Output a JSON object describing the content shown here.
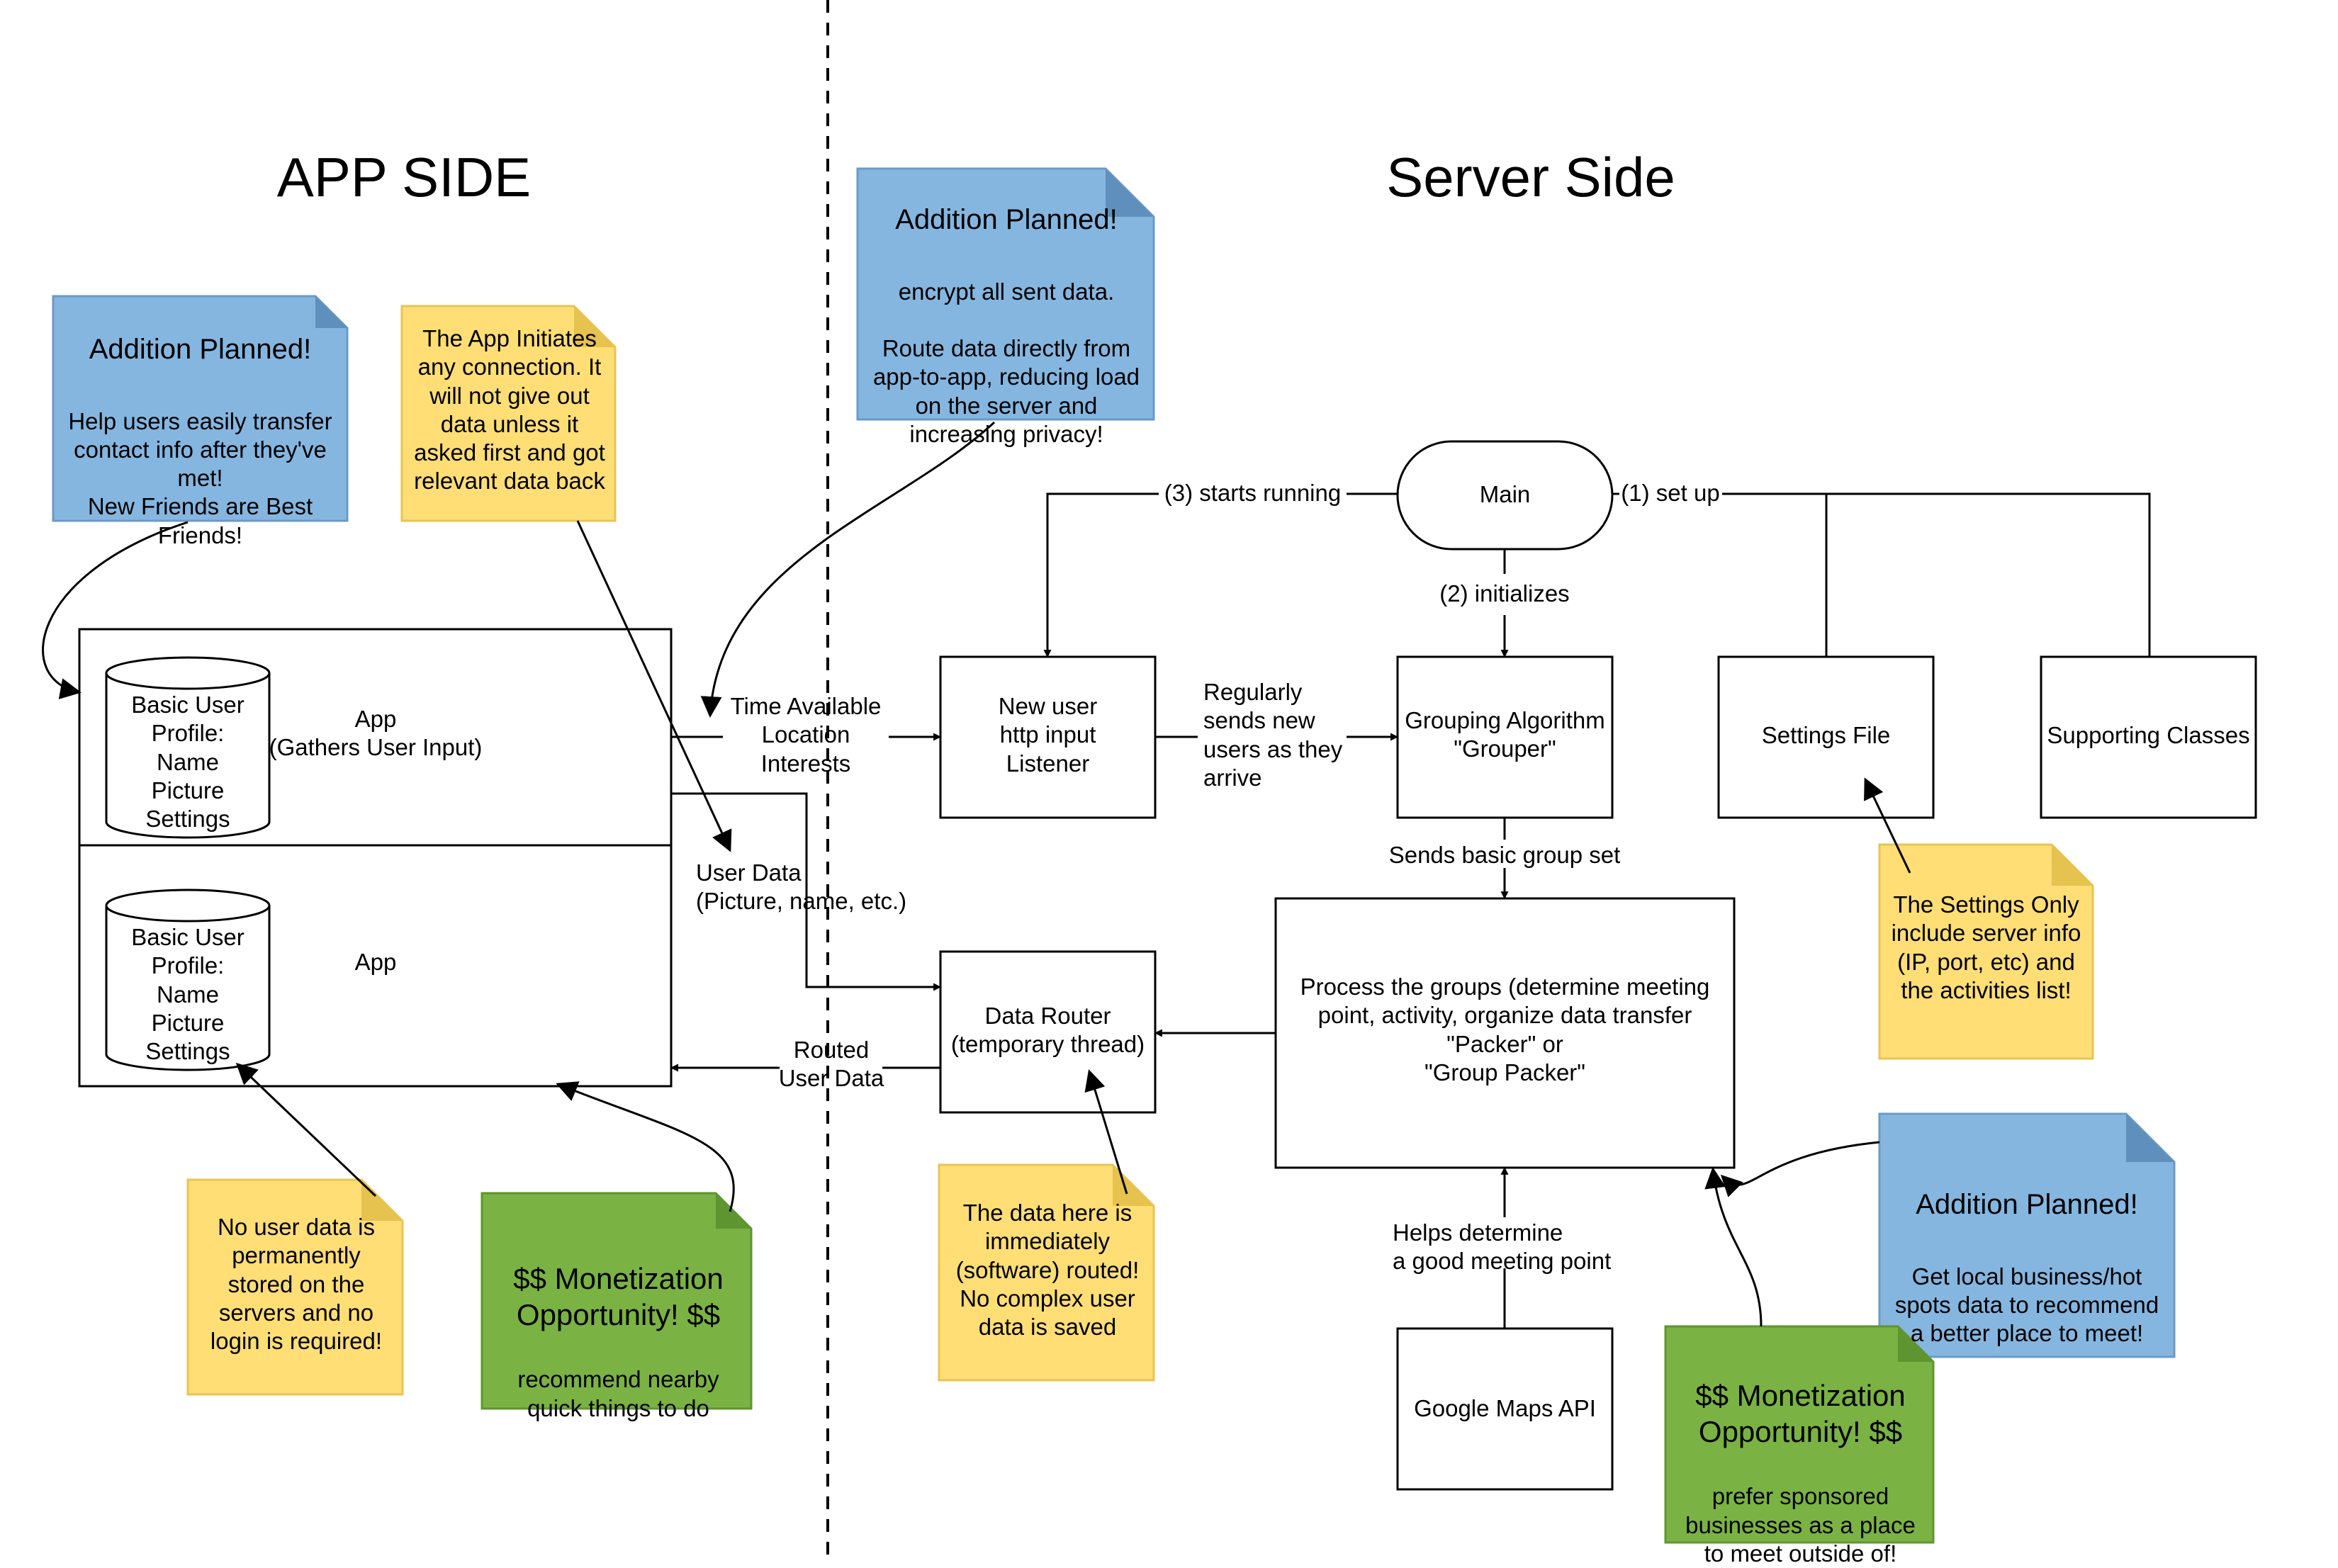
{
  "titles": {
    "app_side": "APP SIDE",
    "server_side": "Server Side"
  },
  "colors": {
    "note_blue": "#85b6e0",
    "note_yellow": "#fede75",
    "note_green": "#7bb244",
    "stroke": "#000000"
  },
  "notes": {
    "blue_app": {
      "head": "Addition Planned!",
      "body": "Help users easily transfer\ncontact info after they've\nmet!\nNew Friends are Best\nFriends!"
    },
    "yellow_initiates": {
      "body": "The App Initiates\nany connection. It\nwill not give out\ndata unless it\nasked first and got\nrelevant data back"
    },
    "blue_encrypt": {
      "head": "Addition Planned!",
      "body": "encrypt all sent data.\n\nRoute data directly from\napp-to-app, reducing load\non the server and\nincreasing privacy!"
    },
    "yellow_settings": {
      "body": "The Settings Only\ninclude server info\n(IP, port, etc) and\nthe activities list!"
    },
    "blue_local": {
      "head": "Addition Planned!",
      "body": "Get local business/hot\nspots data to recommend\na better place to meet!"
    },
    "yellow_nodata": {
      "body": "No user data is\npermanently\nstored on the\nservers and no\nlogin is required!"
    },
    "green_app": {
      "head": "$$ Monetization\nOpportunity! $$",
      "body": "recommend nearby\nquick things to do"
    },
    "yellow_router": {
      "body": "The data here is\nimmediately\n(software) routed!\nNo complex user\ndata is saved"
    },
    "green_server": {
      "head": "$$ Monetization\nOpportunity! $$",
      "body": "prefer sponsored\nbusinesses as a place\nto meet outside of!"
    }
  },
  "nodes": {
    "app_top": "App\n(Gathers User Input)",
    "app_bottom": "App",
    "profile_top": "Basic User\nProfile:\nName\nPicture\nSettings",
    "profile_bottom": "Basic User\nProfile:\nName\nPicture\nSettings",
    "listener": "New user\nhttp input\nListener",
    "main": "Main",
    "grouper": "Grouping Algorithm\n\"Grouper\"",
    "settings_file": "Settings File",
    "supporting": "Supporting Classes",
    "packer": "Process the groups (determine meeting\npoint, activity, organize data transfer\n\"Packer\" or\n\"Group Packer\"",
    "router": "Data Router\n(temporary thread)",
    "maps": "Google Maps API"
  },
  "edges": {
    "time_location": "Time  Available\nLocation\nInterests",
    "regularly": "Regularly\nsends new\nusers as they\narrive",
    "starts_running": "(3) starts running",
    "set_up": "(1) set up",
    "initializes": "(2) initializes",
    "sends_group": "Sends basic group set",
    "user_data": "User Data\n(Picture, name, etc.)",
    "routed": "Routed\nUser Data",
    "helps": "Helps determine\na good meeting point"
  }
}
